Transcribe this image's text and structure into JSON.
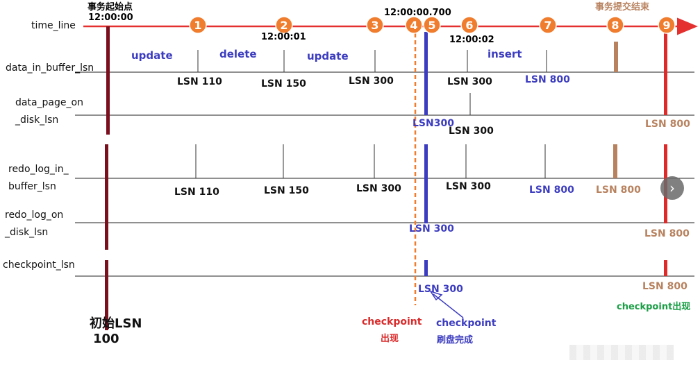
{
  "colors": {
    "timeline_red": "#e53030",
    "marker_orange": "#f07d2e",
    "dark_red": "#7a0f1e",
    "blue": "#3c3cc0",
    "brown": "#b8825f",
    "red": "#e02a2a",
    "green": "#1a9e45"
  },
  "header": {
    "start_label": "事务起始点",
    "start_time": "12:00:00",
    "commit_label": "事务提交结束",
    "time_2": "12:00:01",
    "time_4": "12:00:00.700",
    "time_6": "12:00:02"
  },
  "rows": {
    "time_line": "time_line",
    "data_in_buffer": "data_in_buffer_lsn",
    "data_page_on_1": "data_page_on",
    "data_page_on_2": "_disk_lsn",
    "redo_in_buffer_1": "redo_log_in_",
    "redo_in_buffer_2": "buffer_lsn",
    "redo_on_disk_1": "redo_log_on",
    "redo_on_disk_2": "_disk_lsn",
    "checkpoint": "checkpoint_lsn"
  },
  "markers": [
    "1",
    "2",
    "3",
    "4",
    "5",
    "6",
    "7",
    "8",
    "9"
  ],
  "operations": {
    "op1": "update",
    "op2": "delete",
    "op3": "update",
    "op4": "insert"
  },
  "data_in_buffer": {
    "v1": "LSN 110",
    "v2": "LSN 150",
    "v3": "LSN 300",
    "v4": "LSN 300",
    "v5": "LSN 800"
  },
  "data_page_on_disk": {
    "v1": "LSN300",
    "v2": "LSN 300",
    "v3": "LSN 800"
  },
  "redo_in_buffer": {
    "v1": "LSN 110",
    "v2": "LSN 150",
    "v3": "LSN 300",
    "v4": "LSN 300",
    "v5": "LSN 800",
    "v6": "LSN 800"
  },
  "redo_on_disk": {
    "v1": "LSN 300",
    "v2": "LSN 800"
  },
  "checkpoint": {
    "v1": "LSN 300",
    "v2": "LSN 800"
  },
  "annotations": {
    "initial_1": "初始LSN",
    "initial_2": "100",
    "cp_appear_1": "checkpoint",
    "cp_appear_2": "出现",
    "cp_flush_1": "checkpoint",
    "cp_flush_2": "刷盘完成",
    "cp_appear_final": "checkpoint出现"
  },
  "nav_icon": "chevron-right-icon"
}
